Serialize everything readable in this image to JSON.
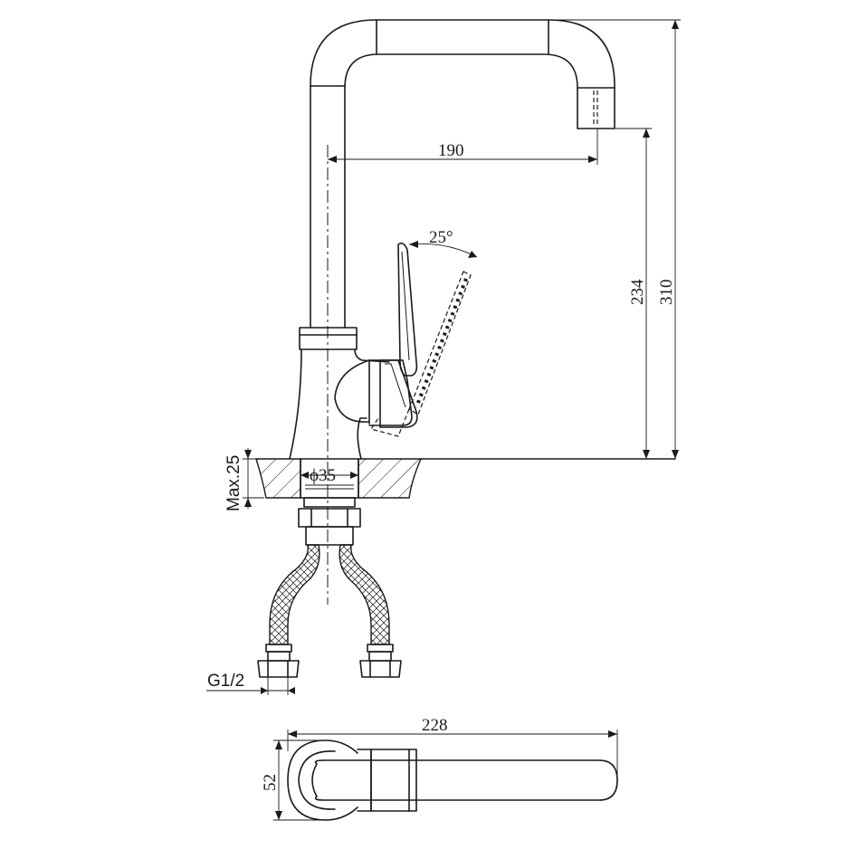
{
  "dimensions": {
    "spout_reach": "190",
    "spout_height": "234",
    "total_height": "310",
    "handle_angle": "25°",
    "max_counter_thickness": "Max.25",
    "mount_hole_diameter": "ϕ35",
    "inlet_thread": "G1/2",
    "top_view_length": "228",
    "top_view_width": "52"
  }
}
